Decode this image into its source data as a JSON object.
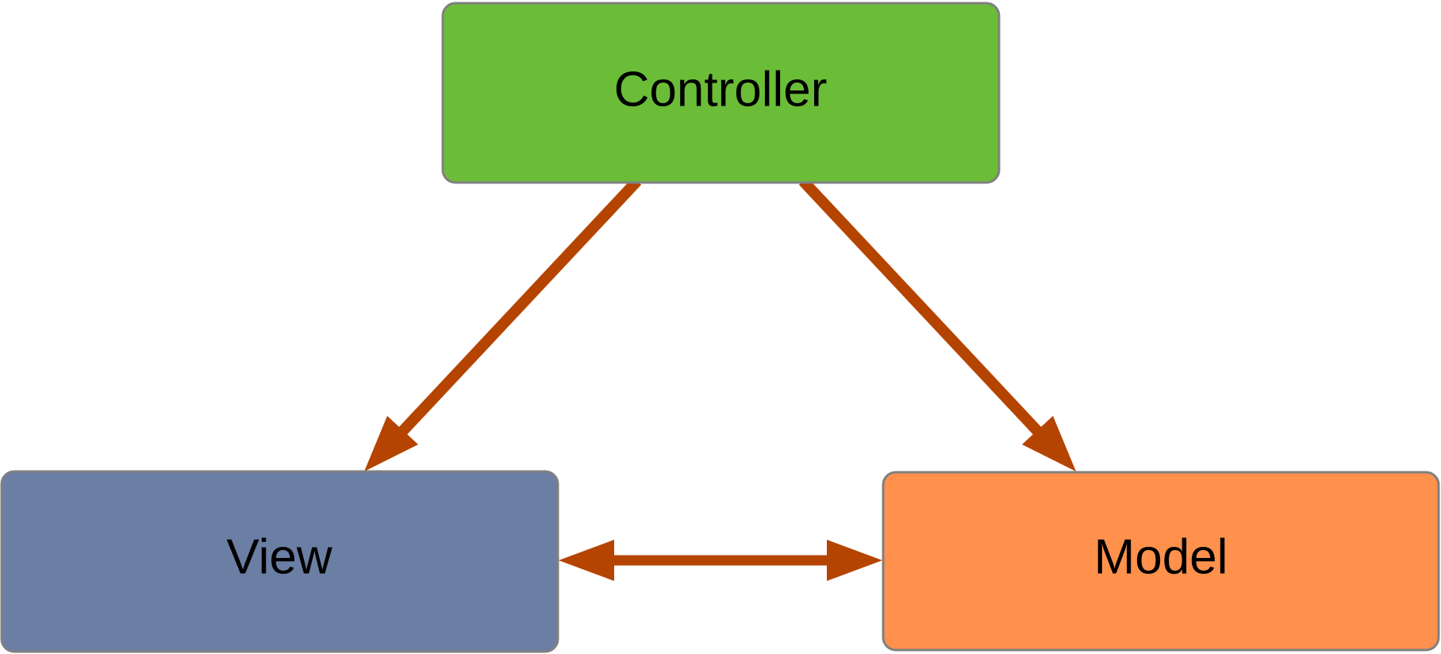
{
  "nodes": {
    "controller": {
      "label": "Controller",
      "fill": "#6BBD38"
    },
    "view": {
      "label": "View",
      "fill": "#6B7EA3"
    },
    "model": {
      "label": "Model",
      "fill": "#FF914D"
    }
  },
  "colors": {
    "box_border": "#808080",
    "arrow": "#B54400"
  }
}
